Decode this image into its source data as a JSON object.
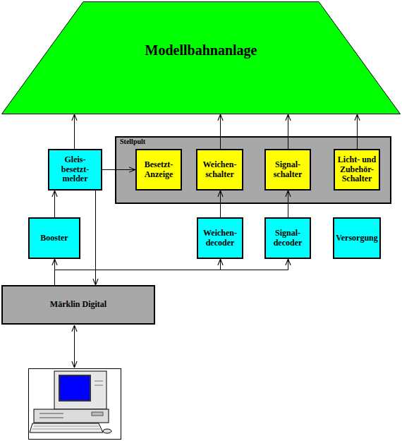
{
  "diagram": {
    "nodes": [
      {
        "text": [
          "Modellbahnanlage"
        ]
      },
      {
        "text": [
          "Stellpult"
        ]
      },
      {
        "text": [
          "Besetzt- Anzeige"
        ],
        "in": 1
      },
      {
        "text": [
          "Weichen- schalter"
        ],
        "in": 1
      },
      {
        "text": [
          "Signal- schalter"
        ],
        "in": 1
      },
      {
        "text": [
          "Licht- und Zubehör- Schalter"
        ],
        "in": 1
      },
      {
        "text": [
          "Gleis- besetzt- melder"
        ]
      },
      {
        "text": [
          "Booster"
        ]
      },
      {
        "text": [
          "Weichen- decoder"
        ]
      },
      {
        "text": [
          "Signal- decoder"
        ]
      },
      {
        "text": [
          "Versorgung"
        ]
      },
      {
        "text": [
          "Märklin Digital"
        ]
      }
    ],
    "edges": [
      {
        "from": 6,
        "to": 0,
        "arrow": "to"
      },
      {
        "from": 6,
        "to": 2,
        "arrow": "to"
      },
      {
        "from": 6,
        "to": 11,
        "arrow": "to"
      },
      {
        "from": 7,
        "to": 6,
        "arrow": "to"
      },
      {
        "from": 3,
        "to": 0,
        "arrow": "to"
      },
      {
        "from": 4,
        "to": 0,
        "arrow": "to"
      },
      {
        "from": 5,
        "to": 0,
        "arrow": "to"
      },
      {
        "from": 8,
        "to": 3,
        "arrow": "to"
      },
      {
        "from": 9,
        "to": 4,
        "arrow": "to"
      },
      {
        "from": 11,
        "to": 7,
        "arrow": "to"
      },
      {
        "from": 11,
        "to": 8,
        "arrow": "to"
      },
      {
        "from": 11,
        "to": 9,
        "arrow": "to"
      }
    ]
  }
}
